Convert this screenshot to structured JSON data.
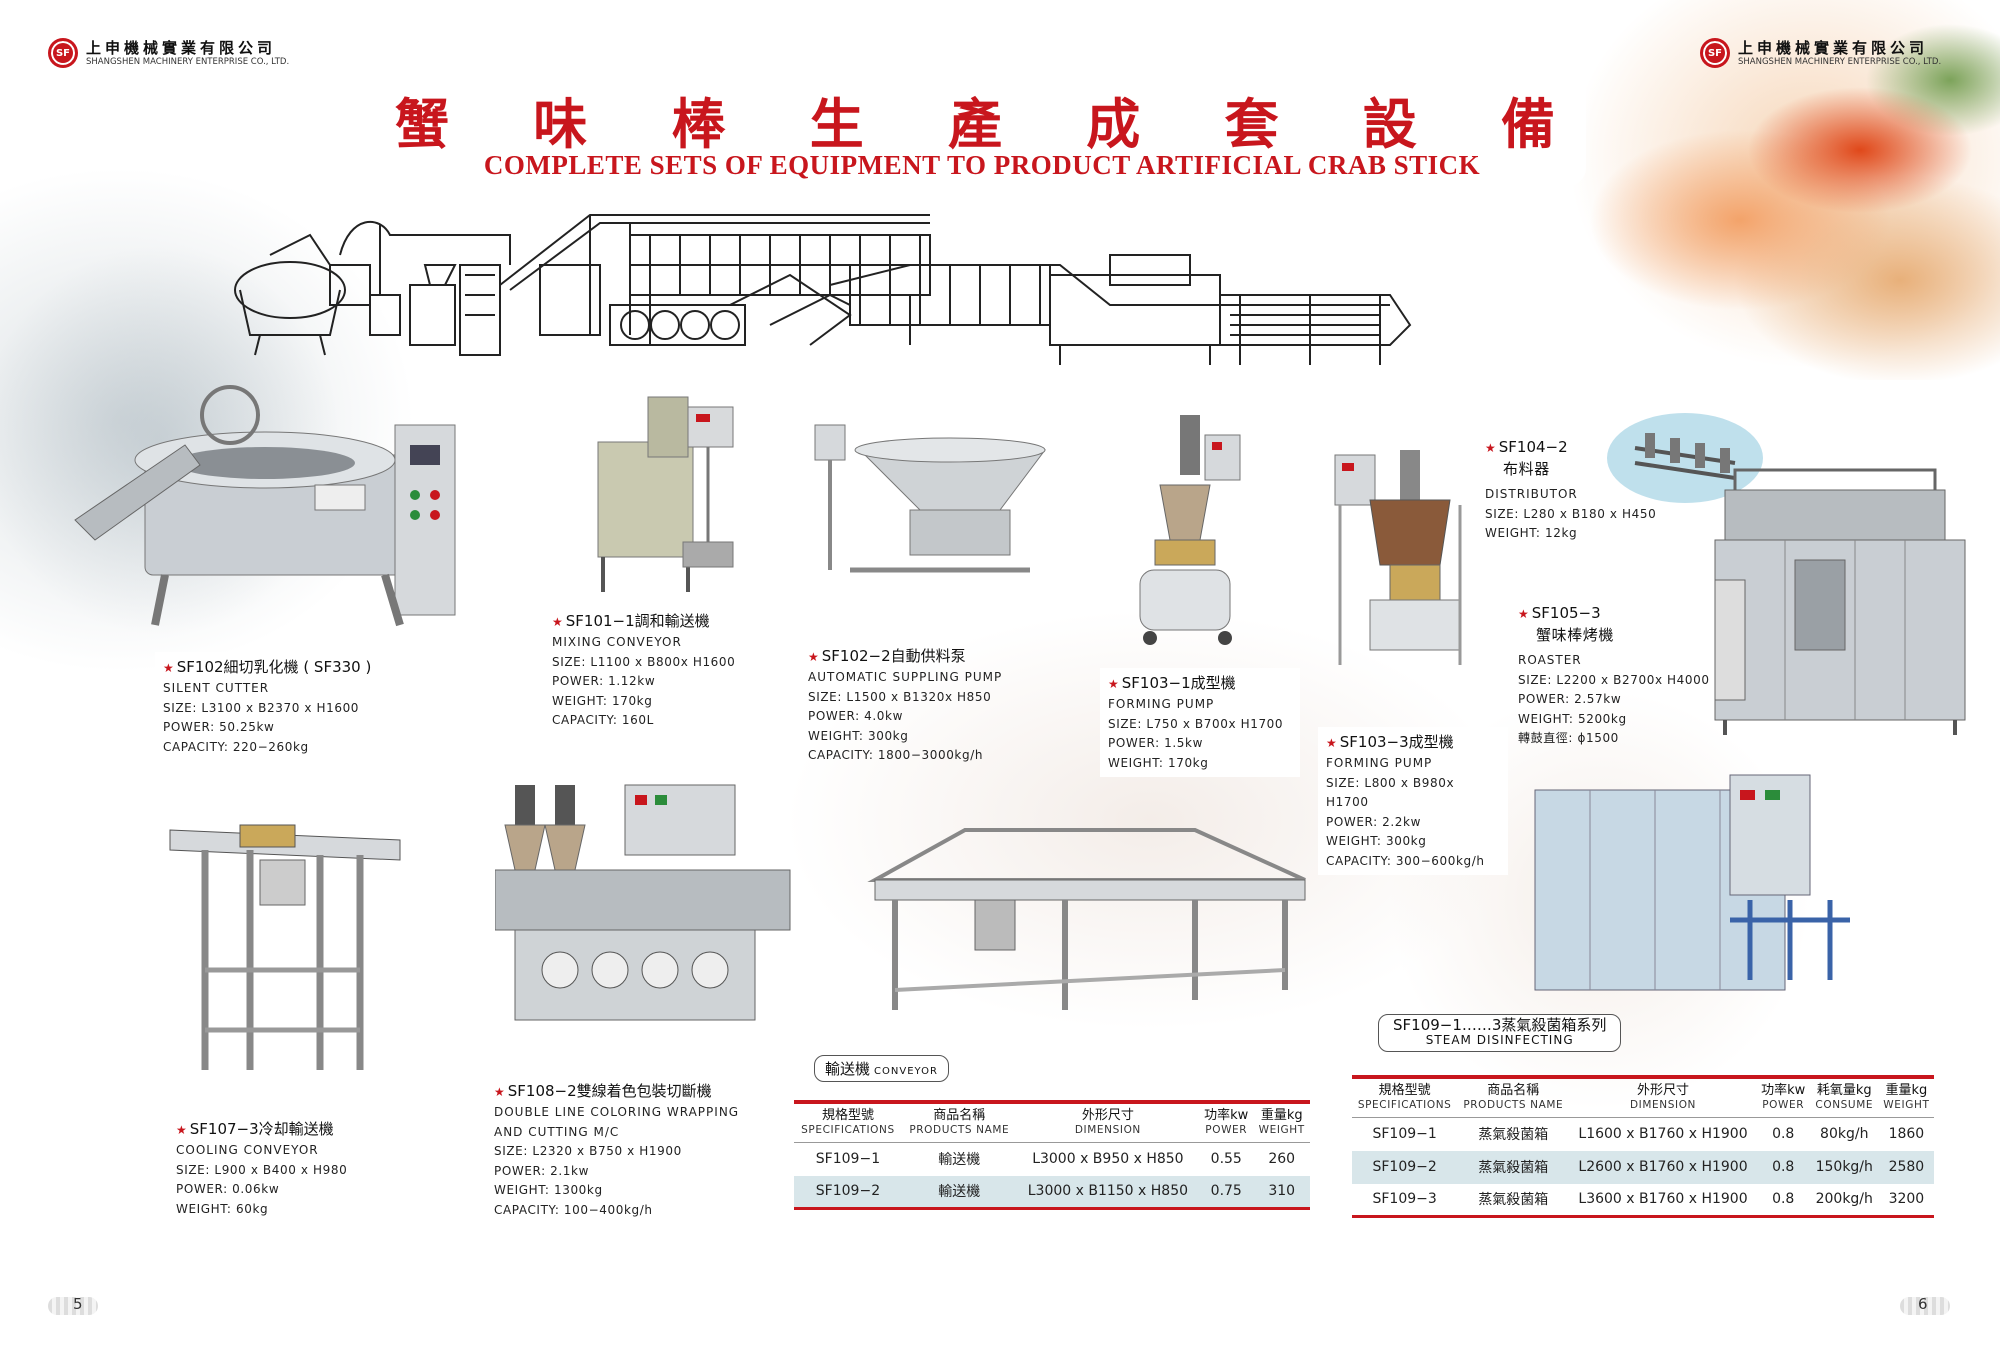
{
  "brand": {
    "cn": "上申機械實業有限公司",
    "en": "SHANGSHEN MACHINERY ENTERPRISE CO., LTD."
  },
  "title": {
    "cn": [
      "蟹",
      "味",
      "棒",
      "生",
      "產",
      "成",
      "套",
      "設",
      "備"
    ],
    "en": "COMPLETE SETS OF EQUIPMENT TO PRODUCT ARTIFICIAL CRAB STICK"
  },
  "machines": {
    "sf102": {
      "cn": "SF102細切乳化機 ( SF330 )",
      "en": "SILENT CUTTER",
      "lines": [
        "SIZE:  L3100 x B2370 x H1600",
        "POWER:  50.25kw",
        "CAPACITY:  220−260kg"
      ]
    },
    "sf101": {
      "cn": "SF101−1調和輸送機",
      "en": "MIXING CONVEYOR",
      "lines": [
        "SIZE:  L1100 x B800x H1600",
        "POWER:  1.12kw",
        "WEIGHT:  170kg",
        "CAPACITY:  160L"
      ]
    },
    "sf1022": {
      "cn": "SF102−2自動供料泵",
      "en": "AUTOMATIC SUPPLING PUMP",
      "lines": [
        "SIZE:  L1500 x B1320x H850",
        "POWER:  4.0kw",
        "WEIGHT:  300kg",
        "CAPACITY:  1800−3000kg/h"
      ]
    },
    "sf1031": {
      "cn": "SF103−1成型機",
      "en": "FORMING PUMP",
      "lines": [
        "SIZE:  L750 x B700x H1700",
        "POWER:  1.5kw",
        "WEIGHT:  170kg"
      ]
    },
    "sf1033": {
      "cn": "SF103−3成型機",
      "en": "FORMING PUMP",
      "lines": [
        "SIZE:  L800 x B980x H1700",
        "POWER:  2.2kw",
        "WEIGHT:  300kg",
        "CAPACITY:  300−600kg/h"
      ]
    },
    "sf1042": {
      "code": "SF104−2",
      "cn": "布料器",
      "en": "DISTRIBUTOR",
      "lines": [
        "SIZE:  L280 x B180 x H450",
        "WEIGHT:  12kg"
      ]
    },
    "sf1053": {
      "code": "SF105−3",
      "cn": "蟹味棒烤機",
      "en": "ROASTER",
      "lines": [
        "SIZE:  L2200 x B2700x H4000",
        "POWER:  2.57kw",
        "WEIGHT:  5200kg",
        "轉鼓直徑:  ϕ1500"
      ]
    },
    "sf1073": {
      "cn": "SF107−3冷却輸送機",
      "en": "COOLING CONVEYOR",
      "lines": [
        "SIZE:  L900 x B400 x H980",
        "POWER:  0.06kw",
        "WEIGHT:  60kg"
      ]
    },
    "sf1082": {
      "cn": "SF108−2雙線着色包裝切斷機",
      "en": "DOUBLE LINE COLORING WRAPPING",
      "en2": "AND CUTTING M/C",
      "lines": [
        "SIZE:  L2320 x B750 x H1900",
        "POWER:  2.1kw",
        "WEIGHT:  1300kg",
        "CAPACITY:  100−400kg/h"
      ]
    }
  },
  "conveyor": {
    "tag_cn": "輸送機",
    "tag_en": "CONVEYOR",
    "headers": [
      {
        "cn": "規格型號",
        "en": "SPECIFICATIONS"
      },
      {
        "cn": "商品名稱",
        "en": "PRODUCTS  NAME"
      },
      {
        "cn": "外形尺寸",
        "en": "DIMENSION"
      },
      {
        "cn": "功率kw",
        "en": "POWER"
      },
      {
        "cn": "重量kg",
        "en": "WEIGHT"
      }
    ],
    "rows": [
      [
        "SF109−1",
        "輸送機",
        "L3000 x B950 x H850",
        "0.55",
        "260"
      ],
      [
        "SF109−2",
        "輸送機",
        "L3000 x B1150 x H850",
        "0.75",
        "310"
      ]
    ]
  },
  "steam": {
    "tag_cn": "SF109−1……3蒸氣殺菌箱系列",
    "tag_en": "STEAM DISINFECTING",
    "headers": [
      {
        "cn": "規格型號",
        "en": "SPECIFICATIONS"
      },
      {
        "cn": "商品名稱",
        "en": "PRODUCTS  NAME"
      },
      {
        "cn": "外形尺寸",
        "en": "DIMENSION"
      },
      {
        "cn": "功率kw",
        "en": "POWER"
      },
      {
        "cn": "耗氧量kg",
        "en": "CONSUME"
      },
      {
        "cn": "重量kg",
        "en": "WEIGHT"
      }
    ],
    "rows": [
      [
        "SF109−1",
        "蒸氣殺菌箱",
        "L1600 x B1760 x H1900",
        "0.8",
        "80kg/h",
        "1860"
      ],
      [
        "SF109−2",
        "蒸氣殺菌箱",
        "L2600 x B1760 x H1900",
        "0.8",
        "150kg/h",
        "2580"
      ],
      [
        "SF109−3",
        "蒸氣殺菌箱",
        "L3600 x B1760 x H1900",
        "0.8",
        "200kg/h",
        "3200"
      ]
    ]
  },
  "pages": {
    "left": "5",
    "right": "6"
  },
  "colors": {
    "accent": "#c8161d",
    "row_alt": "#d8e6ea"
  }
}
